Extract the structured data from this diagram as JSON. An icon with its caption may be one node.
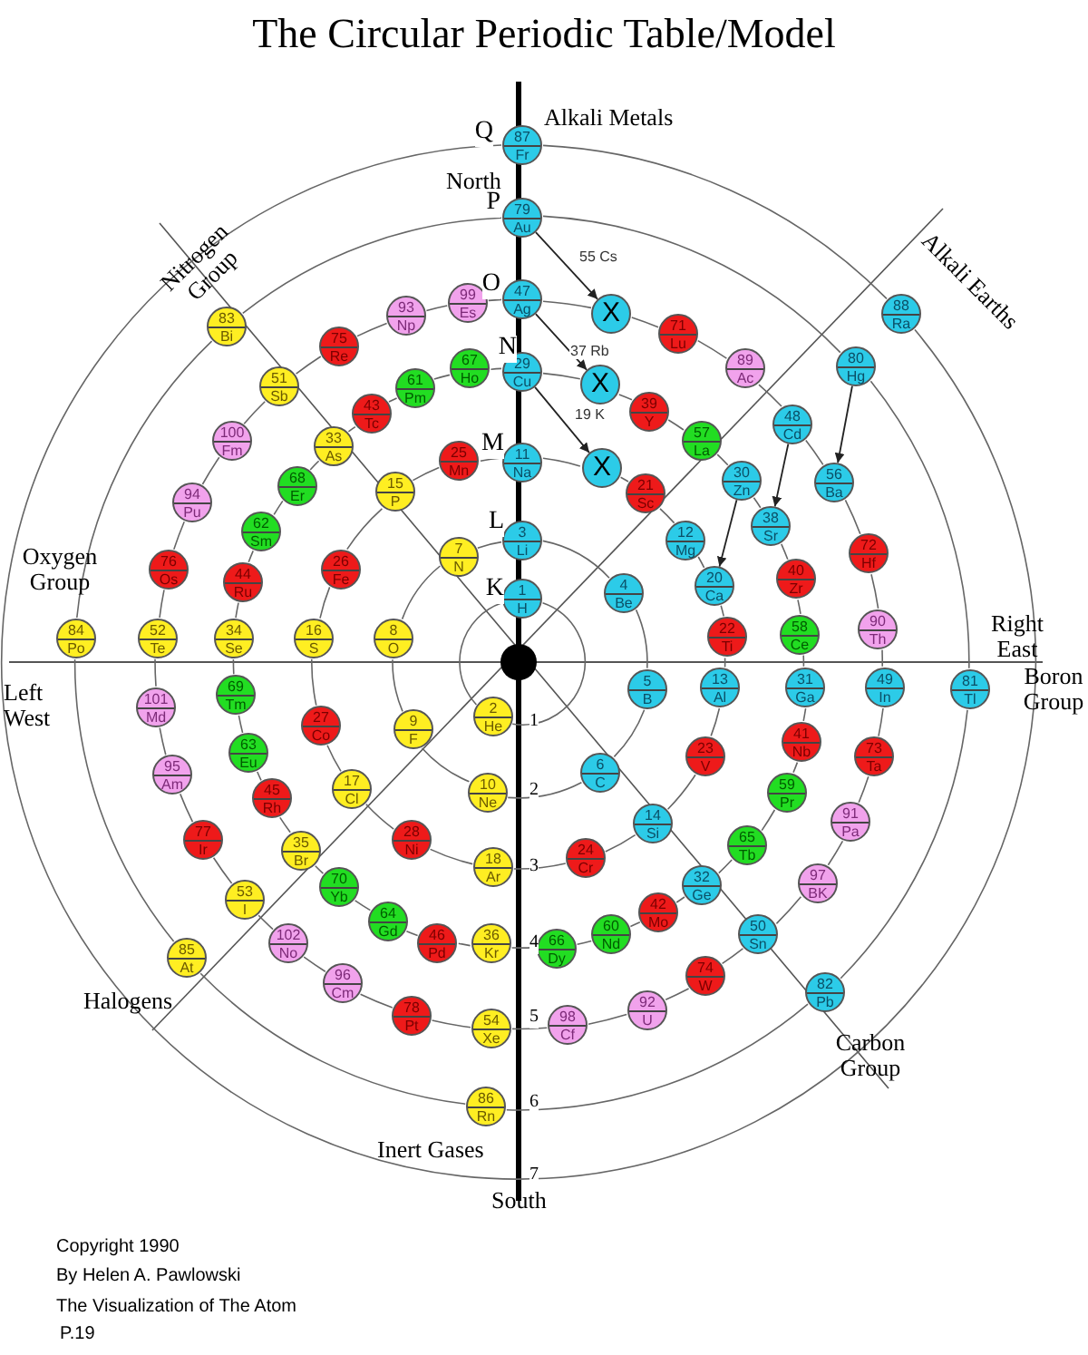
{
  "diagram": {
    "title": "The Circular Periodic Table/Model",
    "nodes": [
      {
        "text": [
          "87",
          "Fr"
        ]
      },
      {
        "text": [
          "79",
          "Au"
        ]
      },
      {
        "text": [
          "99",
          "Es"
        ]
      },
      {
        "text": [
          "47",
          "Ag"
        ]
      },
      {
        "text": [
          "X"
        ]
      },
      {
        "text": [
          "88",
          "Ra"
        ]
      },
      {
        "text": [
          "93",
          "Np"
        ]
      },
      {
        "text": [
          "83",
          "Bi"
        ]
      },
      {
        "text": [
          "71",
          "Lu"
        ]
      },
      {
        "text": [
          "75",
          "Re"
        ]
      },
      {
        "text": [
          "80",
          "Hg"
        ]
      },
      {
        "text": [
          "67",
          "Ho"
        ]
      },
      {
        "text": [
          "29",
          "Cu"
        ]
      },
      {
        "text": [
          "89",
          "Ac"
        ]
      },
      {
        "text": [
          "X"
        ]
      },
      {
        "text": [
          "51",
          "Sb"
        ]
      },
      {
        "text": [
          "61",
          "Pm"
        ]
      },
      {
        "text": [
          "39",
          "Y"
        ]
      },
      {
        "text": [
          "43",
          "Tc"
        ]
      },
      {
        "text": [
          "48",
          "Cd"
        ]
      },
      {
        "text": [
          "100",
          "Fm"
        ]
      },
      {
        "text": [
          "33",
          "As"
        ]
      },
      {
        "text": [
          "57",
          "La"
        ]
      },
      {
        "text": [
          "25",
          "Mn"
        ]
      },
      {
        "text": [
          "11",
          "Na"
        ]
      },
      {
        "text": [
          "X"
        ]
      },
      {
        "text": [
          "30",
          "Zn"
        ]
      },
      {
        "text": [
          "56",
          "Ba"
        ]
      },
      {
        "text": [
          "68",
          "Er"
        ]
      },
      {
        "text": [
          "15",
          "P"
        ]
      },
      {
        "text": [
          "21",
          "Sc"
        ]
      },
      {
        "text": [
          "94",
          "Pu"
        ]
      },
      {
        "text": [
          "38",
          "Sr"
        ]
      },
      {
        "text": [
          "12",
          "Mg"
        ]
      },
      {
        "text": [
          "62",
          "Sm"
        ]
      },
      {
        "text": [
          "3",
          "Li"
        ]
      },
      {
        "text": [
          "72",
          "Hf"
        ]
      },
      {
        "text": [
          "7",
          "N"
        ]
      },
      {
        "text": [
          "76",
          "Os"
        ]
      },
      {
        "text": [
          "26",
          "Fe"
        ]
      },
      {
        "text": [
          "20",
          "Ca"
        ]
      },
      {
        "text": [
          "40",
          "Zr"
        ]
      },
      {
        "text": [
          "44",
          "Ru"
        ]
      },
      {
        "text": [
          "4",
          "Be"
        ]
      },
      {
        "text": [
          "1",
          "H"
        ]
      },
      {
        "text": [
          "22",
          "Ti"
        ]
      },
      {
        "text": [
          "90",
          "Th"
        ]
      },
      {
        "text": [
          "58",
          "Ce"
        ]
      },
      {
        "text": [
          "84",
          "Po"
        ]
      },
      {
        "text": [
          "52",
          "Te"
        ]
      },
      {
        "text": [
          "34",
          "Se"
        ]
      },
      {
        "text": [
          "16",
          "S"
        ]
      },
      {
        "text": [
          "8",
          "O"
        ]
      },
      {
        "text": [
          "5",
          "B"
        ]
      },
      {
        "text": [
          "13",
          "Al"
        ]
      },
      {
        "text": [
          "31",
          "Ga"
        ]
      },
      {
        "text": [
          "49",
          "In"
        ]
      },
      {
        "text": [
          "81",
          "Tl"
        ]
      },
      {
        "text": [
          "69",
          "Tm"
        ]
      },
      {
        "text": [
          "101",
          "Md"
        ]
      },
      {
        "text": [
          "27",
          "Co"
        ]
      },
      {
        "text": [
          "9",
          "F"
        ]
      },
      {
        "text": [
          "2",
          "He"
        ]
      },
      {
        "text": [
          "41",
          "Nb"
        ]
      },
      {
        "text": [
          "23",
          "V"
        ]
      },
      {
        "text": [
          "73",
          "Ta"
        ]
      },
      {
        "text": [
          "63",
          "Eu"
        ]
      },
      {
        "text": [
          "6",
          "C"
        ]
      },
      {
        "text": [
          "95",
          "Am"
        ]
      },
      {
        "text": [
          "17",
          "Cl"
        ]
      },
      {
        "text": [
          "10",
          "Ne"
        ]
      },
      {
        "text": [
          "59",
          "Pr"
        ]
      },
      {
        "text": [
          "45",
          "Rh"
        ]
      },
      {
        "text": [
          "91",
          "Pa"
        ]
      },
      {
        "text": [
          "14",
          "Si"
        ]
      },
      {
        "text": [
          "77",
          "Ir"
        ]
      },
      {
        "text": [
          "35",
          "Br"
        ]
      },
      {
        "text": [
          "28",
          "Ni"
        ]
      },
      {
        "text": [
          "65",
          "Tb"
        ]
      },
      {
        "text": [
          "24",
          "Cr"
        ]
      },
      {
        "text": [
          "18",
          "Ar"
        ]
      },
      {
        "text": [
          "32",
          "Ge"
        ]
      },
      {
        "text": [
          "97",
          "BK"
        ]
      },
      {
        "text": [
          "70",
          "Yb"
        ]
      },
      {
        "text": [
          "53",
          "I"
        ]
      },
      {
        "text": [
          "42",
          "Mo"
        ]
      },
      {
        "text": [
          "64",
          "Gd"
        ]
      },
      {
        "text": [
          "60",
          "Nd"
        ]
      },
      {
        "text": [
          "50",
          "Sn"
        ]
      },
      {
        "text": [
          "102",
          "No"
        ]
      },
      {
        "text": [
          "46",
          "Pd"
        ]
      },
      {
        "text": [
          "36",
          "Kr"
        ]
      },
      {
        "text": [
          "66",
          "Dy"
        ]
      },
      {
        "text": [
          "85",
          "At"
        ]
      },
      {
        "text": [
          "74",
          "W"
        ]
      },
      {
        "text": [
          "96",
          "Cm"
        ]
      },
      {
        "text": [
          "82",
          "Pb"
        ]
      },
      {
        "text": [
          "92",
          "U"
        ]
      },
      {
        "text": [
          "54",
          "Xe"
        ]
      },
      {
        "text": [
          "78",
          "Pt"
        ]
      },
      {
        "text": [
          "98",
          "Cf"
        ]
      },
      {
        "text": [
          "86",
          "Rn"
        ]
      }
    ],
    "edges": [
      {
        "from": 1,
        "to": 4,
        "arrow": "to",
        "label": "55 Cs"
      },
      {
        "from": 3,
        "to": 14,
        "arrow": "to",
        "label": "37 Rb"
      },
      {
        "from": 12,
        "to": 25,
        "arrow": "to",
        "label": "19 K"
      },
      {
        "from": 10,
        "to": 27,
        "arrow": "to"
      },
      {
        "from": 19,
        "to": 32,
        "arrow": "to"
      },
      {
        "from": 26,
        "to": 40,
        "arrow": "to"
      },
      {
        "from": 2,
        "to": 6,
        "arrow": "none"
      },
      {
        "from": 6,
        "to": 9,
        "arrow": "none"
      },
      {
        "from": 9,
        "to": 15,
        "arrow": "none"
      },
      {
        "from": 15,
        "to": 20,
        "arrow": "none"
      },
      {
        "from": 20,
        "to": 31,
        "arrow": "none"
      },
      {
        "from": 31,
        "to": 38,
        "arrow": "none"
      },
      {
        "from": 38,
        "to": 49,
        "arrow": "none"
      },
      {
        "from": 49,
        "to": 59,
        "arrow": "none"
      },
      {
        "from": 59,
        "to": 68,
        "arrow": "none"
      },
      {
        "from": 68,
        "to": 75,
        "arrow": "none"
      },
      {
        "from": 75,
        "to": 84,
        "arrow": "none"
      },
      {
        "from": 84,
        "to": 89,
        "arrow": "none"
      },
      {
        "from": 89,
        "to": 95,
        "arrow": "none"
      },
      {
        "from": 95,
        "to": 99,
        "arrow": "none"
      },
      {
        "from": 99,
        "to": 98,
        "arrow": "none"
      },
      {
        "from": 2,
        "to": 3,
        "arrow": "none"
      },
      {
        "from": 3,
        "to": 4,
        "arrow": "none"
      },
      {
        "from": 4,
        "to": 8,
        "arrow": "none"
      },
      {
        "from": 8,
        "to": 13,
        "arrow": "none"
      },
      {
        "from": 13,
        "to": 19,
        "arrow": "none"
      },
      {
        "from": 19,
        "to": 27,
        "arrow": "none"
      },
      {
        "from": 27,
        "to": 36,
        "arrow": "none"
      },
      {
        "from": 36,
        "to": 46,
        "arrow": "none"
      },
      {
        "from": 46,
        "to": 56,
        "arrow": "none"
      },
      {
        "from": 56,
        "to": 65,
        "arrow": "none"
      },
      {
        "from": 65,
        "to": 73,
        "arrow": "none"
      },
      {
        "from": 73,
        "to": 82,
        "arrow": "none"
      },
      {
        "from": 82,
        "to": 88,
        "arrow": "none"
      },
      {
        "from": 88,
        "to": 94,
        "arrow": "none"
      },
      {
        "from": 94,
        "to": 97,
        "arrow": "none"
      },
      {
        "from": 97,
        "to": 100,
        "arrow": "none"
      },
      {
        "from": 100,
        "to": 98,
        "arrow": "none"
      },
      {
        "from": 12,
        "to": 11,
        "arrow": "none"
      },
      {
        "from": 11,
        "to": 16,
        "arrow": "none"
      },
      {
        "from": 16,
        "to": 18,
        "arrow": "none"
      },
      {
        "from": 18,
        "to": 21,
        "arrow": "none"
      },
      {
        "from": 21,
        "to": 28,
        "arrow": "none"
      },
      {
        "from": 28,
        "to": 34,
        "arrow": "none"
      },
      {
        "from": 34,
        "to": 42,
        "arrow": "none"
      },
      {
        "from": 42,
        "to": 50,
        "arrow": "none"
      },
      {
        "from": 50,
        "to": 58,
        "arrow": "none"
      },
      {
        "from": 58,
        "to": 66,
        "arrow": "none"
      },
      {
        "from": 66,
        "to": 72,
        "arrow": "none"
      },
      {
        "from": 72,
        "to": 76,
        "arrow": "none"
      },
      {
        "from": 76,
        "to": 83,
        "arrow": "none"
      },
      {
        "from": 83,
        "to": 86,
        "arrow": "none"
      },
      {
        "from": 86,
        "to": 90,
        "arrow": "none"
      },
      {
        "from": 90,
        "to": 91,
        "arrow": "none"
      },
      {
        "from": 12,
        "to": 14,
        "arrow": "none"
      },
      {
        "from": 14,
        "to": 17,
        "arrow": "none"
      },
      {
        "from": 17,
        "to": 22,
        "arrow": "none"
      },
      {
        "from": 22,
        "to": 26,
        "arrow": "none"
      },
      {
        "from": 26,
        "to": 32,
        "arrow": "none"
      },
      {
        "from": 32,
        "to": 41,
        "arrow": "none"
      },
      {
        "from": 41,
        "to": 47,
        "arrow": "none"
      },
      {
        "from": 47,
        "to": 55,
        "arrow": "none"
      },
      {
        "from": 55,
        "to": 63,
        "arrow": "none"
      },
      {
        "from": 63,
        "to": 71,
        "arrow": "none"
      },
      {
        "from": 71,
        "to": 78,
        "arrow": "none"
      },
      {
        "from": 78,
        "to": 81,
        "arrow": "none"
      },
      {
        "from": 81,
        "to": 85,
        "arrow": "none"
      },
      {
        "from": 85,
        "to": 87,
        "arrow": "none"
      },
      {
        "from": 87,
        "to": 92,
        "arrow": "none"
      },
      {
        "from": 92,
        "to": 91,
        "arrow": "none"
      },
      {
        "from": 24,
        "to": 23,
        "arrow": "none"
      },
      {
        "from": 23,
        "to": 29,
        "arrow": "none"
      },
      {
        "from": 29,
        "to": 39,
        "arrow": "none"
      },
      {
        "from": 39,
        "to": 51,
        "arrow": "none"
      },
      {
        "from": 51,
        "to": 60,
        "arrow": "none"
      },
      {
        "from": 60,
        "to": 69,
        "arrow": "none"
      },
      {
        "from": 69,
        "to": 77,
        "arrow": "none"
      },
      {
        "from": 77,
        "to": 80,
        "arrow": "none"
      },
      {
        "from": 24,
        "to": 25,
        "arrow": "none"
      },
      {
        "from": 25,
        "to": 30,
        "arrow": "none"
      },
      {
        "from": 30,
        "to": 33,
        "arrow": "none"
      },
      {
        "from": 33,
        "to": 40,
        "arrow": "none"
      },
      {
        "from": 40,
        "to": 45,
        "arrow": "none"
      },
      {
        "from": 45,
        "to": 54,
        "arrow": "none"
      },
      {
        "from": 54,
        "to": 64,
        "arrow": "none"
      },
      {
        "from": 64,
        "to": 74,
        "arrow": "none"
      },
      {
        "from": 74,
        "to": 79,
        "arrow": "none"
      },
      {
        "from": 79,
        "to": 80,
        "arrow": "none"
      },
      {
        "from": 35,
        "to": 37,
        "arrow": "none"
      },
      {
        "from": 37,
        "to": 52,
        "arrow": "none"
      },
      {
        "from": 52,
        "to": 61,
        "arrow": "none"
      },
      {
        "from": 61,
        "to": 70,
        "arrow": "none"
      },
      {
        "from": 35,
        "to": 43,
        "arrow": "none"
      },
      {
        "from": 43,
        "to": 53,
        "arrow": "none"
      },
      {
        "from": 53,
        "to": 67,
        "arrow": "none"
      },
      {
        "from": 67,
        "to": 70,
        "arrow": "none"
      },
      {
        "from": 44,
        "to": 62,
        "arrow": "none"
      },
      {
        "from": 62,
        "to": 44,
        "arrow": "none"
      },
      {
        "from": 0,
        "to": 5,
        "arrow": "none"
      },
      {
        "from": 5,
        "to": 0,
        "arrow": "none"
      },
      {
        "from": 1,
        "to": 10,
        "arrow": "none"
      },
      {
        "from": 10,
        "to": 57,
        "arrow": "none"
      },
      {
        "from": 57,
        "to": 96,
        "arrow": "none"
      },
      {
        "from": 96,
        "to": 101,
        "arrow": "none"
      },
      {
        "from": 101,
        "to": 93,
        "arrow": "none"
      },
      {
        "from": 93,
        "to": 48,
        "arrow": "none"
      },
      {
        "from": 48,
        "to": 7,
        "arrow": "none"
      },
      {
        "from": 7,
        "to": 1,
        "arrow": "none"
      }
    ],
    "labels": [
      "Alkali Metals",
      "Q",
      "North",
      "P",
      "Nitrogen Group",
      "O",
      "Alkali Earths",
      "N",
      "M",
      "L",
      "K",
      "Oxygen Group",
      "Right East",
      "Left West",
      "Boron Group",
      "1",
      "2",
      "3",
      "4",
      "5",
      "6",
      "Halogens",
      "Carbon Group",
      "Inert Gases",
      "7",
      "South",
      "Copyright 1990",
      "By Helen A. Pawlowski",
      "The Visualization of The Atom",
      "P.19"
    ]
  }
}
